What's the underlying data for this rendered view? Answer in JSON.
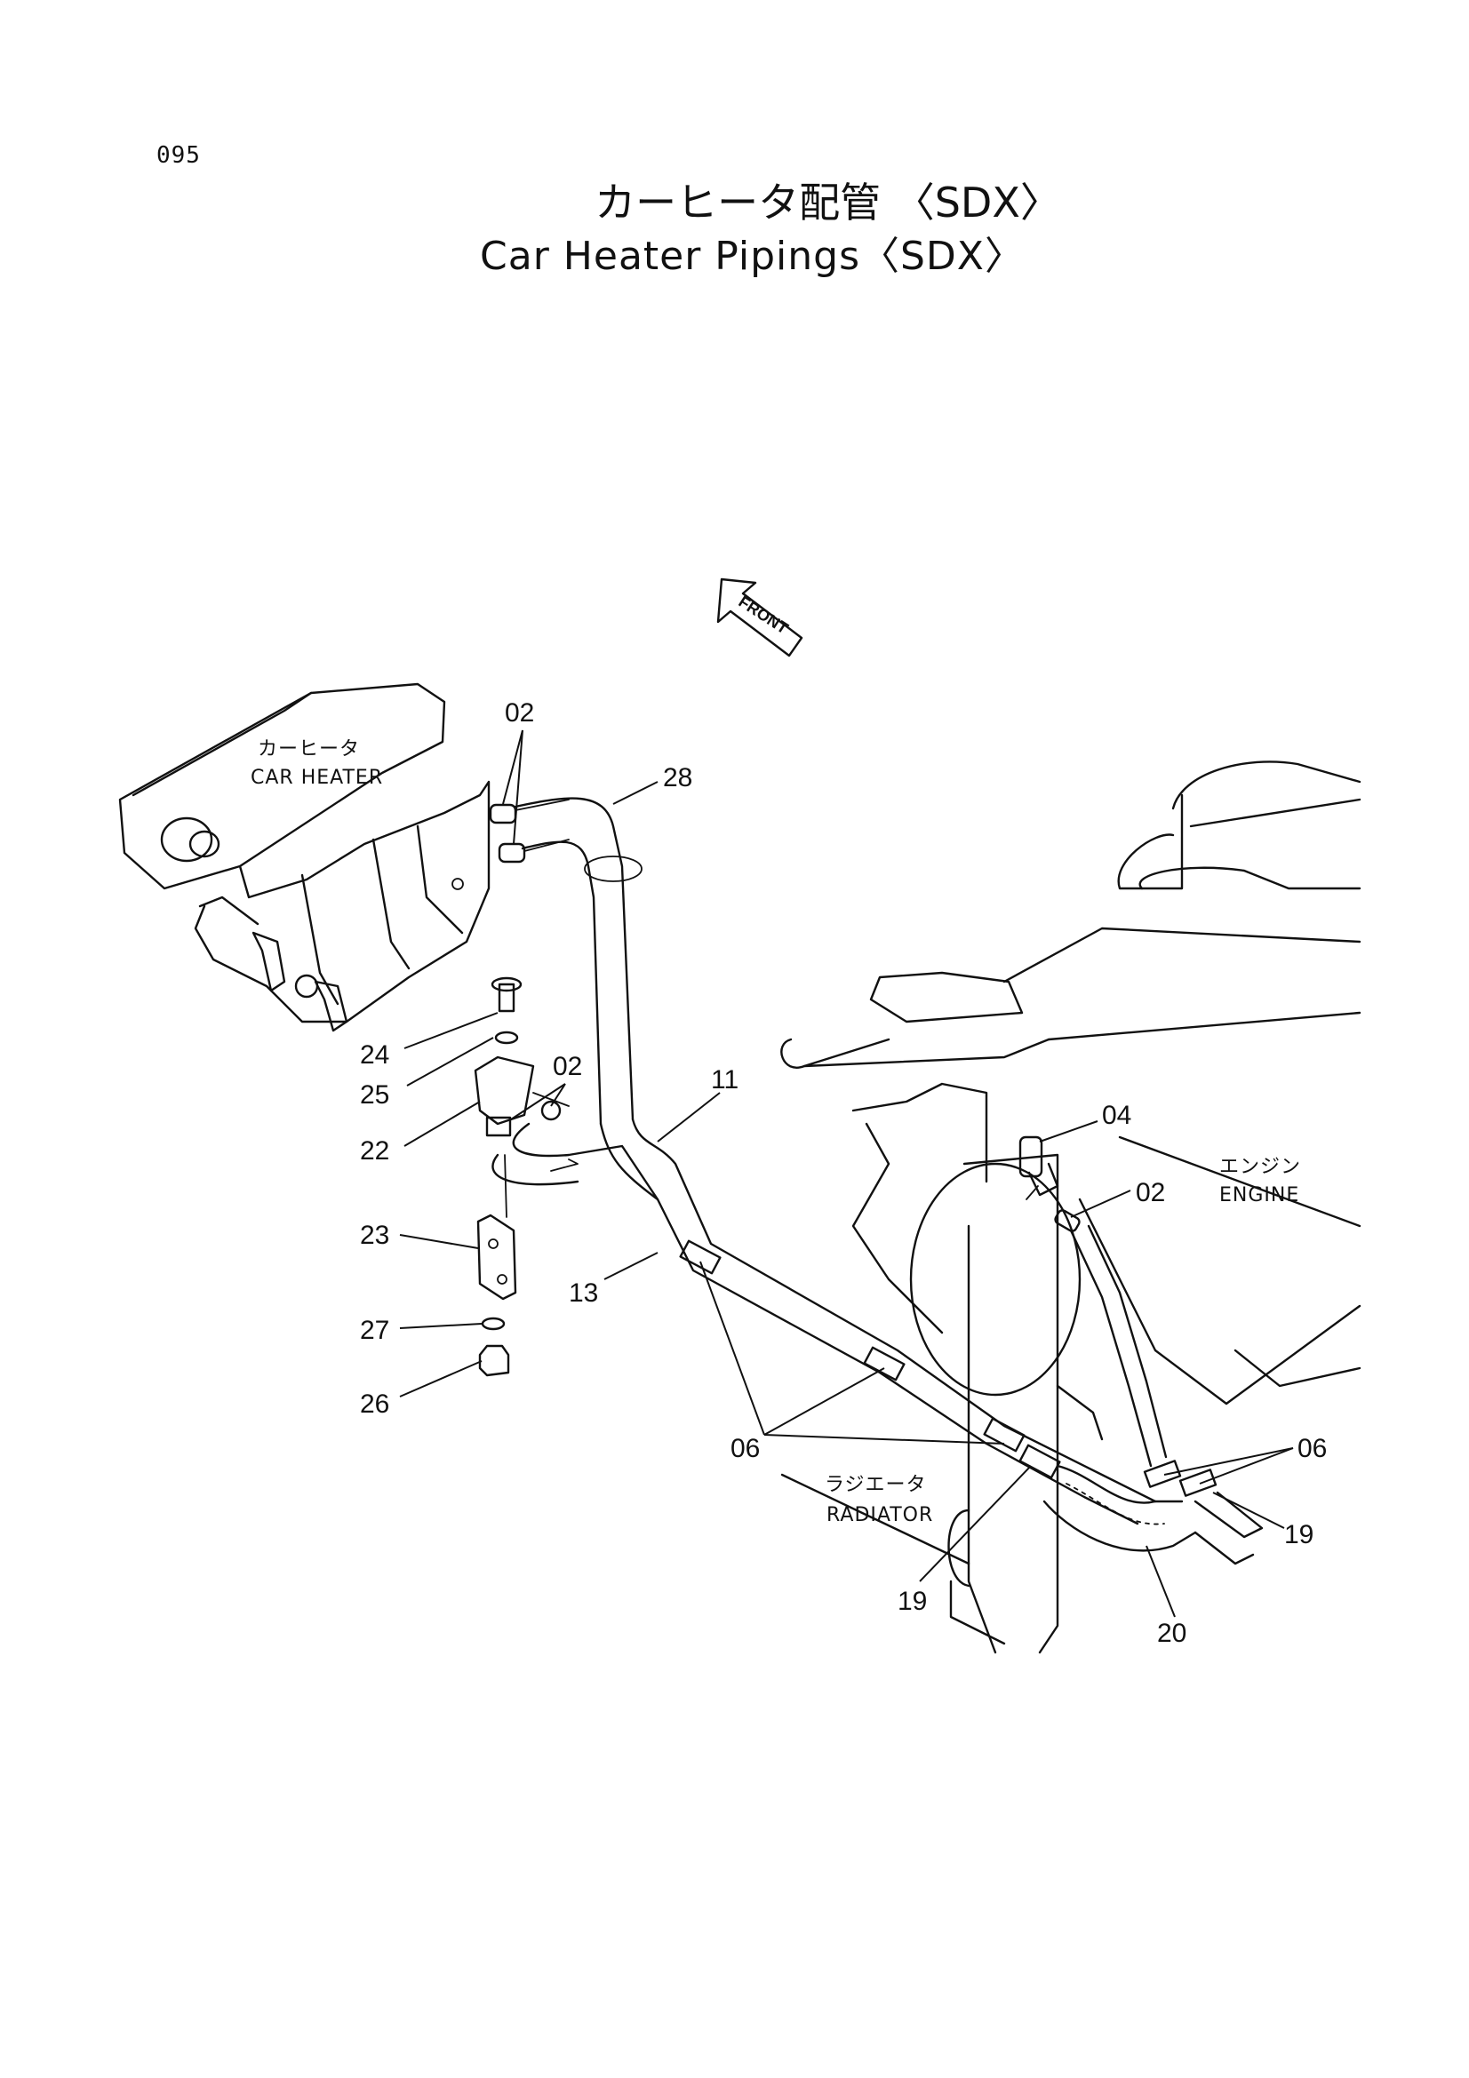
{
  "page": {
    "number": "095",
    "title_jp": "カーヒータ配管 〈SDX〉",
    "title_en": "Car Heater Pipings〈SDX〉"
  },
  "orientation": {
    "front_label": "FRONT"
  },
  "components": {
    "car_heater": {
      "jp": "カーヒータ",
      "en": "CAR HEATER"
    },
    "engine": {
      "jp": "エンジン",
      "en": "ENGINE"
    },
    "radiator": {
      "jp": "ラジエータ",
      "en": "RADIATOR"
    }
  },
  "callouts": {
    "c02_top": "02",
    "c28": "28",
    "c24": "24",
    "c25": "25",
    "c02_mid": "02",
    "c11": "11",
    "c22": "22",
    "c04": "04",
    "c02_right": "02",
    "c23": "23",
    "c13": "13",
    "c27": "27",
    "c26": "26",
    "c06_left": "06",
    "c06_right": "06",
    "c19_right": "19",
    "c19_left": "19",
    "c20": "20"
  }
}
